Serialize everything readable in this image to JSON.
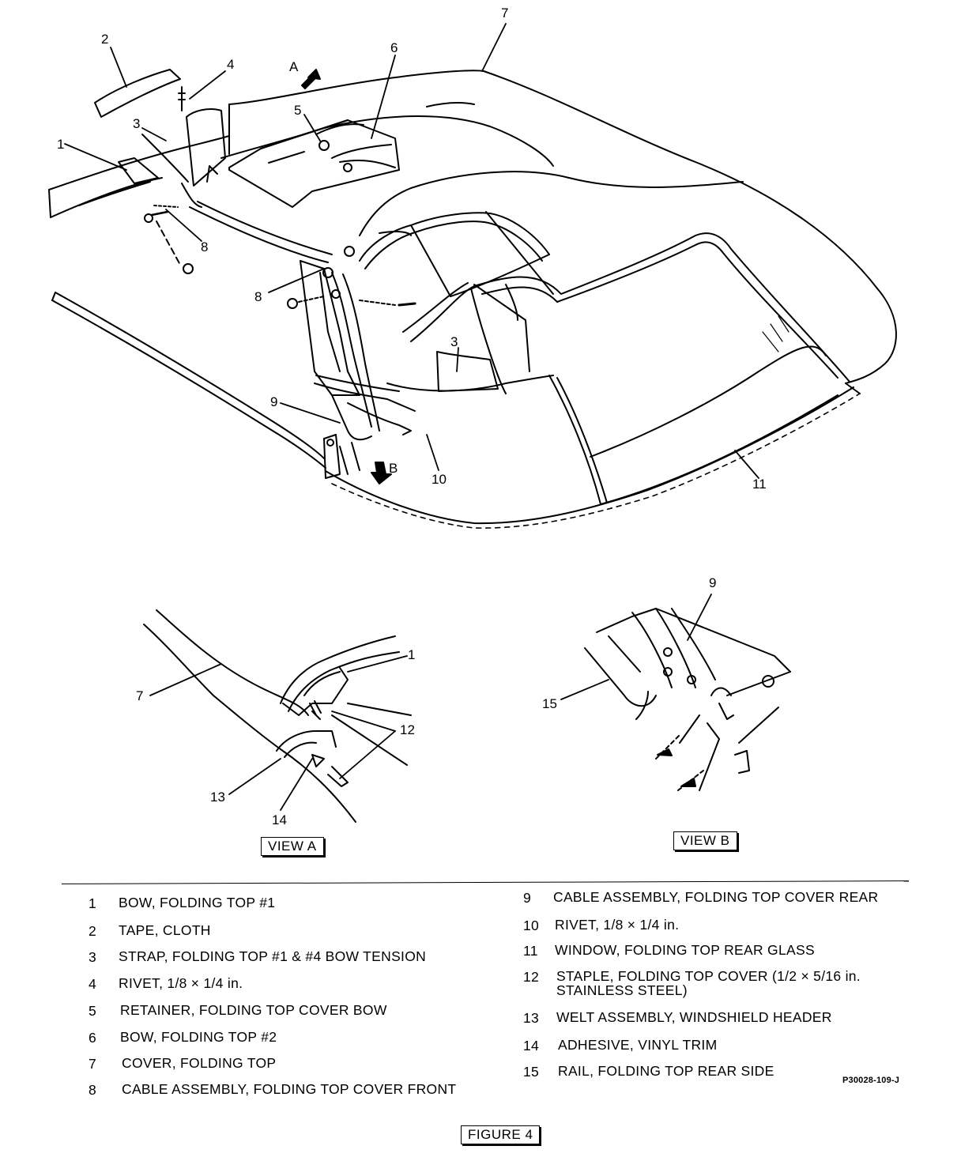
{
  "callouts_main": [
    "7",
    "2",
    "4",
    "6",
    "3",
    "1",
    "5",
    "8",
    "8",
    "3",
    "9",
    "10",
    "11"
  ],
  "arrow_a": "A",
  "arrow_b": "B",
  "callouts_view_a": [
    "1",
    "7",
    "12",
    "13",
    "14"
  ],
  "callouts_view_b": [
    "9",
    "15"
  ],
  "view_a_label": "VIEW A",
  "view_b_label": "VIEW B",
  "legend_left": [
    {
      "num": "1",
      "text": "BOW, FOLDING TOP #1"
    },
    {
      "num": "2",
      "text": "TAPE, CLOTH"
    },
    {
      "num": "3",
      "text": "STRAP, FOLDING TOP #1 & #4 BOW TENSION"
    },
    {
      "num": "4",
      "text": "RIVET, 1/8 × 1/4 in."
    },
    {
      "num": "5",
      "text": "RETAINER, FOLDING TOP COVER BOW"
    },
    {
      "num": "6",
      "text": "BOW, FOLDING TOP #2"
    },
    {
      "num": "7",
      "text": "COVER, FOLDING TOP"
    },
    {
      "num": "8",
      "text": "CABLE ASSEMBLY, FOLDING TOP COVER FRONT"
    }
  ],
  "legend_right": [
    {
      "num": "9",
      "text": "CABLE ASSEMBLY, FOLDING TOP COVER REAR"
    },
    {
      "num": "10",
      "text": "RIVET, 1/8 × 1/4 in."
    },
    {
      "num": "11",
      "text": "WINDOW, FOLDING TOP REAR GLASS"
    },
    {
      "num": "12",
      "text": "STAPLE, FOLDING TOP COVER (1/2 × 5/16 in. STAINLESS STEEL)"
    },
    {
      "num": "13",
      "text": "WELT ASSEMBLY, WINDSHIELD HEADER"
    },
    {
      "num": "14",
      "text": "ADHESIVE, VINYL TRIM"
    },
    {
      "num": "15",
      "text": "RAIL, FOLDING TOP REAR SIDE"
    }
  ],
  "drawing_code": "P30028-109-J",
  "figure_label": "FIGURE 4"
}
